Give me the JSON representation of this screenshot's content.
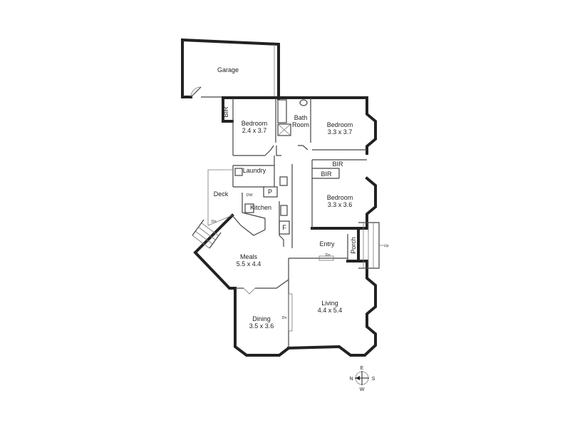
{
  "rooms": {
    "garage": "Garage",
    "bir_garage": "BIR",
    "bedroom1_name": "Bedroom",
    "bedroom1_size": "2.4 x 3.7",
    "bath_line1": "Bath",
    "bath_line2": "Room",
    "bedroom2_name": "Bedroom",
    "bedroom2_size": "3.3 x 3.7",
    "bir_upper": "BIR",
    "bir_lower": "BIR",
    "bedroom3_name": "Bedroom",
    "bedroom3_size": "3.3 x 3.6",
    "laundry": "Laundry",
    "deck": "Deck",
    "dw": "DW",
    "pantry": "P",
    "kitchen": "Kitchen",
    "fridge": "F",
    "entry": "Entry",
    "porch": "Porch",
    "meals_name": "Meals",
    "meals_size": "5.5 x 4.4",
    "dining_name": "Dining",
    "dining_size": "3.5 x 3.6",
    "living_name": "Living",
    "living_size": "4.4 x 5.4"
  },
  "stairs": {
    "deck_dn": "Dn",
    "entry_dn": "Dn",
    "dining_dn": "Dn",
    "porch_up": "Up"
  },
  "compass": {
    "n": "N",
    "e": "E",
    "s": "S",
    "w": "W"
  }
}
